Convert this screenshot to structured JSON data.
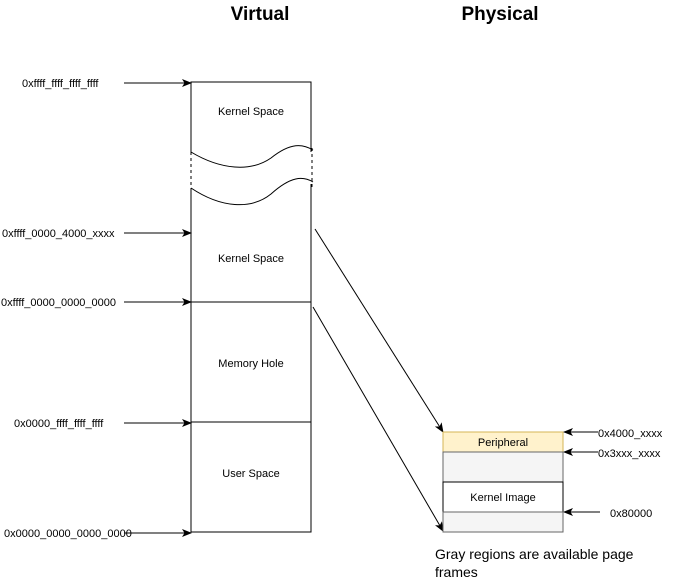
{
  "headings": {
    "virtual": "Virtual",
    "physical": "Physical"
  },
  "virtual": {
    "regions": {
      "kernel_top": "Kernel Space",
      "kernel_mapped": "Kernel Space",
      "memory_hole": "Memory Hole",
      "user_space": "User Space"
    },
    "addresses": {
      "top": "0xffff_ffff_ffff_ffff",
      "kernel_4000": "0xffff_0000_4000_xxxx",
      "kernel_base": "0xffff_0000_0000_0000",
      "user_top": "0x0000_ffff_ffff_ffff",
      "user_base": "0x0000_0000_0000_0000"
    }
  },
  "physical": {
    "regions": {
      "peripheral": "Peripheral",
      "kernel_image": "Kernel Image"
    },
    "addresses": {
      "peripheral": "0x4000_xxxx",
      "gray_top": "0x3xxx_xxxx",
      "kernel": "0x80000"
    }
  },
  "note": "Gray regions are available page frames",
  "colors": {
    "peripheral_fill": "#fff2cc",
    "peripheral_stroke": "#d6b656",
    "gray_fill": "#f5f5f5",
    "gray_stroke": "#666666"
  }
}
